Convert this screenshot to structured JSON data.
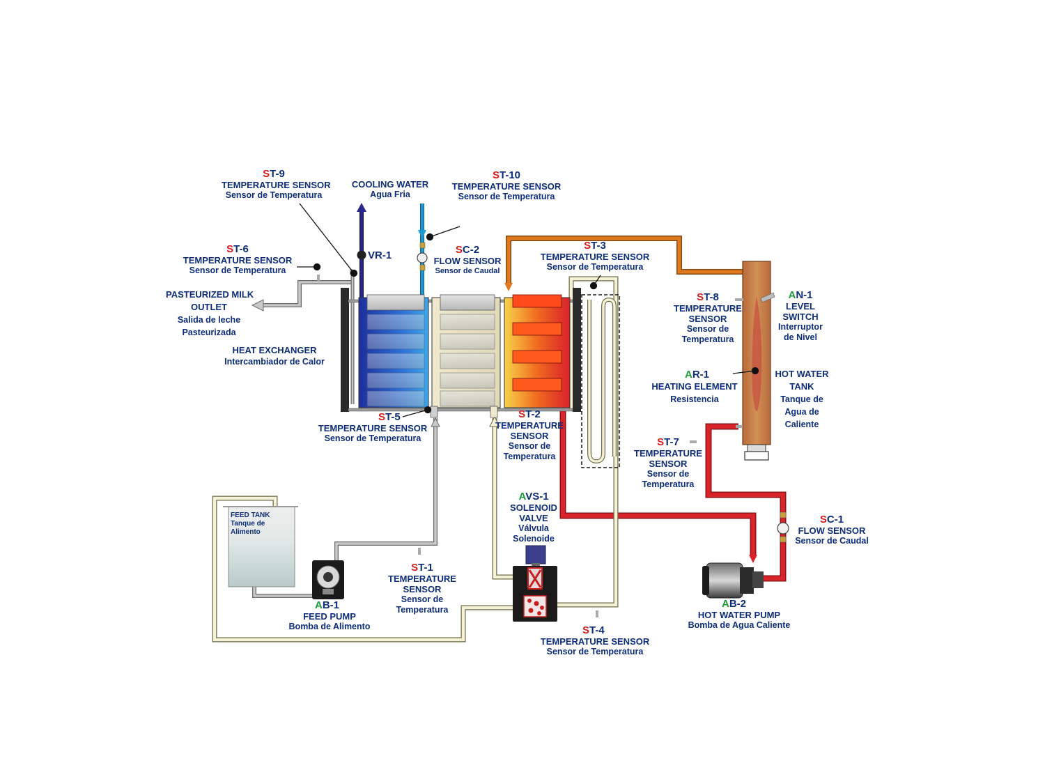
{
  "labels": {
    "st9": {
      "prefix": "S",
      "rest": "T-9",
      "line1": "TEMPERATURE SENSOR",
      "line2": "Sensor de Temperatura"
    },
    "cooling": {
      "line1": "COOLING WATER",
      "line2": "Agua Fria"
    },
    "st10": {
      "prefix": "S",
      "rest": "T-10",
      "line1": "TEMPERATURE SENSOR",
      "line2": "Sensor de Temperatura"
    },
    "st6": {
      "prefix": "S",
      "rest": "T-6",
      "line1": "TEMPERATURE SENSOR",
      "line2": "Sensor de Temperatura"
    },
    "vr1": {
      "text": "VR-1"
    },
    "sc2": {
      "prefix": "S",
      "rest": "C-2",
      "line1": "FLOW SENSOR",
      "line2": "Sensor de Caudal"
    },
    "st3": {
      "prefix": "S",
      "rest": "T-3",
      "line1": "TEMPERATURE SENSOR",
      "line2": "Sensor de Temperatura"
    },
    "outlet": {
      "line1": "PASTEURIZED MILK",
      "line2": "OUTLET",
      "line3": "Salida de leche",
      "line4": "Pasteurizada"
    },
    "hx": {
      "line1": "HEAT EXCHANGER",
      "line2": "Intercambiador de Calor"
    },
    "st8": {
      "prefix": "S",
      "rest": "T-8",
      "line1": "TEMPERATURE",
      "line2": "SENSOR",
      "line3": "Sensor de",
      "line4": "Temperatura"
    },
    "an1": {
      "prefix": "A",
      "rest": "N-1",
      "line1": "LEVEL",
      "line2": "SWITCH",
      "line3": "Interruptor",
      "line4": "de Nivel"
    },
    "ar1": {
      "prefix": "A",
      "rest": "R-1",
      "line1": "HEATING ELEMENT",
      "line2": "Resistencia"
    },
    "tank": {
      "line1": "HOT WATER",
      "line2": "TANK",
      "line3": "Tanque de",
      "line4": "Agua de",
      "line5": "Caliente"
    },
    "st5": {
      "prefix": "S",
      "rest": "T-5",
      "line1": "TEMPERATURE SENSOR",
      "line2": "Sensor de Temperatura"
    },
    "st2": {
      "prefix": "S",
      "rest": "T-2",
      "line1": "TEMPERATURE",
      "line2": "SENSOR",
      "line3": "Sensor de",
      "line4": "Temperatura"
    },
    "st7": {
      "prefix": "S",
      "rest": "T-7",
      "line1": "TEMPERATURE",
      "line2": "SENSOR",
      "line3": "Sensor de",
      "line4": "Temperatura"
    },
    "avs1": {
      "prefix": "A",
      "rest": "VS-1",
      "line1": "SOLENOID",
      "line2": "VALVE",
      "line3": "Válvula",
      "line4": "Solenoide"
    },
    "feedtank": {
      "line1": "FEED TANK",
      "line2": "Tanque de",
      "line3": "Alimento"
    },
    "sc1": {
      "prefix": "S",
      "rest": "C-1",
      "line1": "FLOW SENSOR",
      "line2": "Sensor de Caudal"
    },
    "st1": {
      "prefix": "S",
      "rest": "T-1",
      "line1": "TEMPERATURE",
      "line2": "SENSOR",
      "line3": "Sensor de",
      "line4": "Temperatura"
    },
    "ab1": {
      "prefix": "A",
      "rest": "B-1",
      "line1": "FEED PUMP",
      "line2": "Bomba de Alimento"
    },
    "ab2": {
      "prefix": "A",
      "rest": "B-2",
      "line1": "HOT WATER PUMP",
      "line2": "Bomba de Agua Caliente"
    },
    "st4": {
      "prefix": "S",
      "rest": "T-4",
      "line1": "TEMPERATURE SENSOR",
      "line2": "Sensor de Temperatura"
    }
  },
  "colors": {
    "label_blue": "#0d2d7a",
    "tag_red": "#d21d1d",
    "tag_green": "#1f9a3c",
    "hot_pipe": "#d8232a",
    "orange_pipe": "#e07a20",
    "cooling_blue": "#1e9ad6",
    "return_navy": "#2b2a8c",
    "milk_pipe": "#f6f2d8"
  }
}
